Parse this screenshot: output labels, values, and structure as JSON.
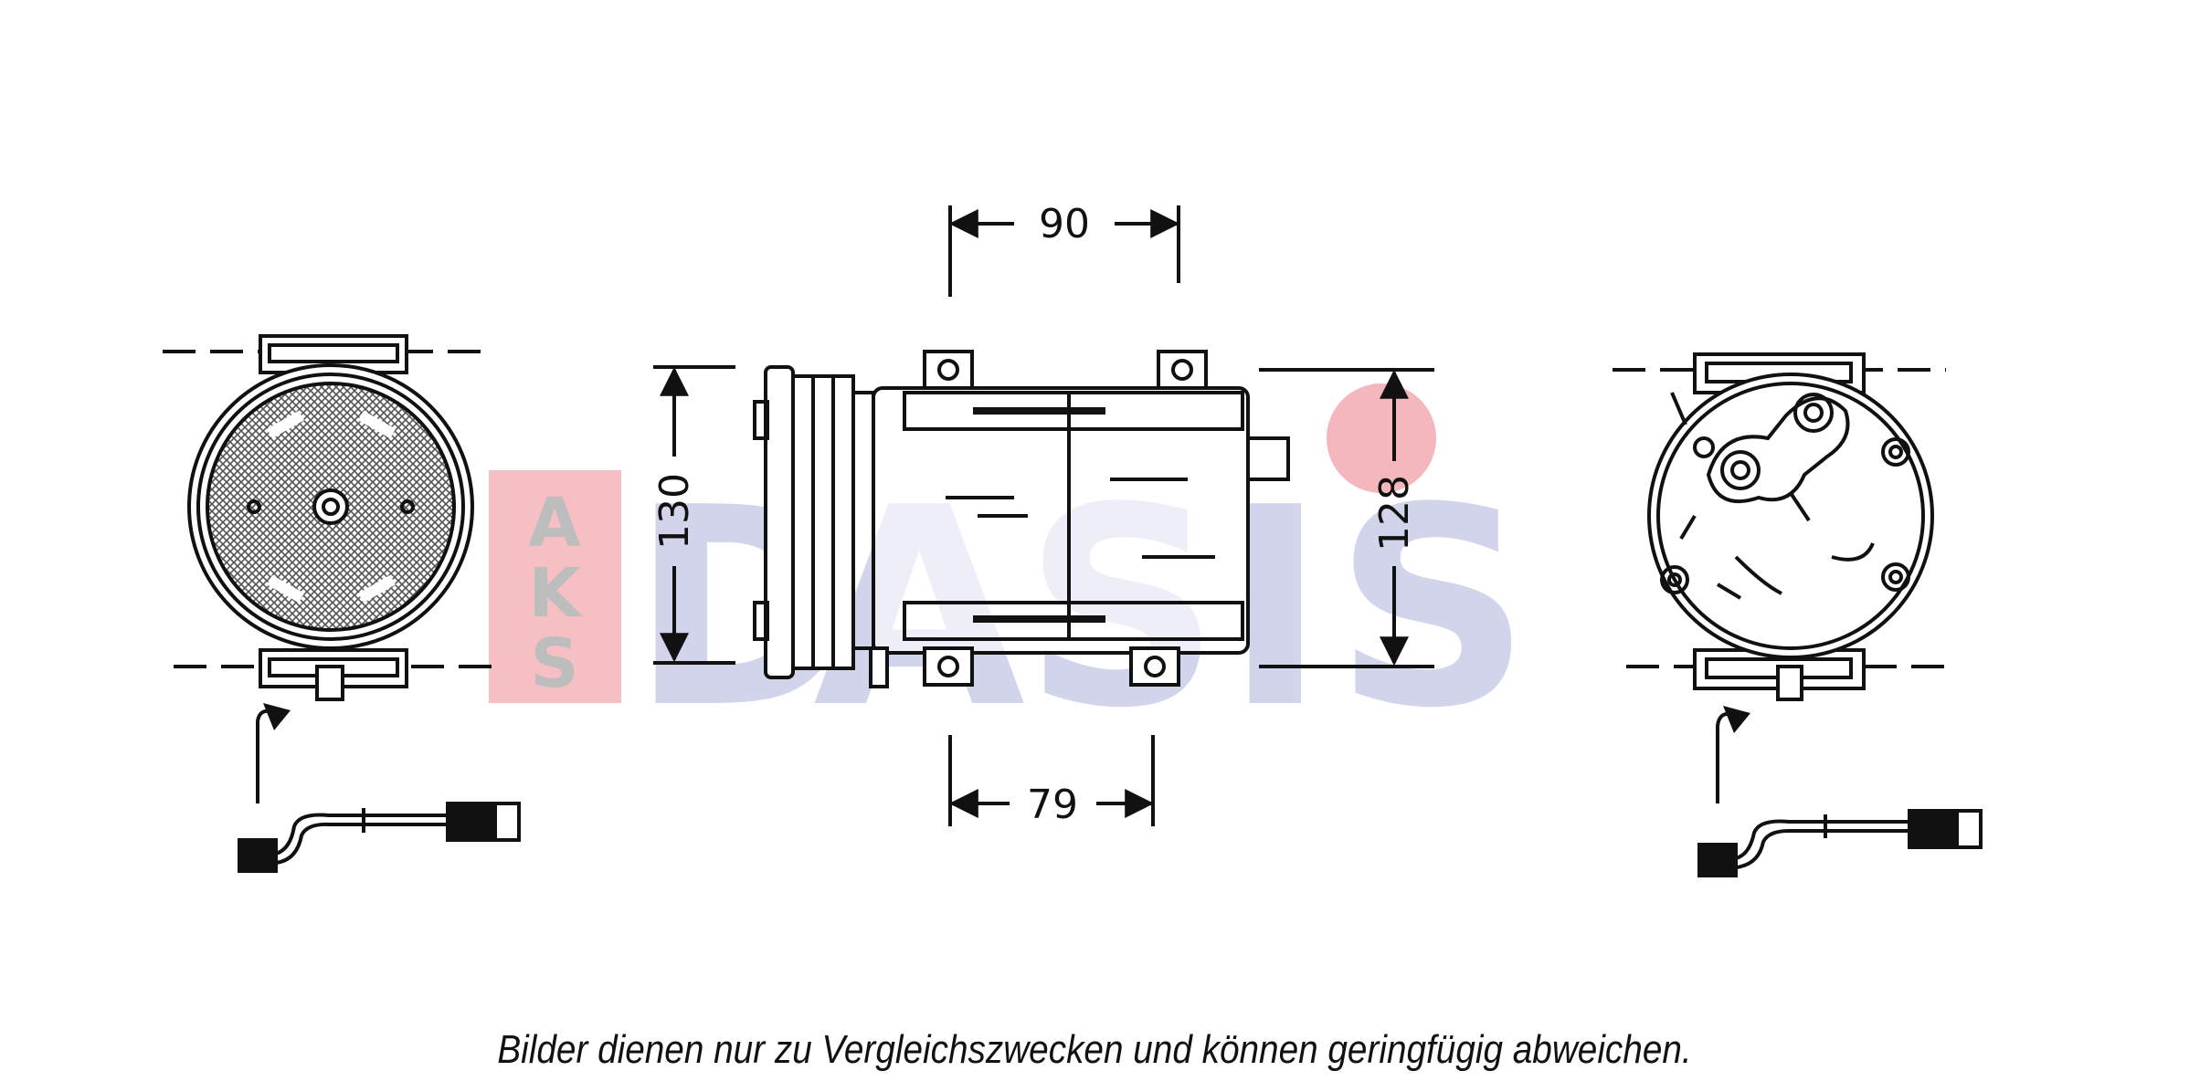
{
  "watermark": {
    "aks_letters": [
      "A",
      "K",
      "S"
    ],
    "dasis_letters": [
      "D",
      "A",
      "S",
      "I",
      "S"
    ],
    "colors": {
      "aks_red": "#e8707c",
      "dasis_blue": "#1a2a9a"
    }
  },
  "dimensions": {
    "top_width": "90",
    "bottom_width": "79",
    "left_height": "130",
    "right_height": "128"
  },
  "disclaimer": "Bilder dienen nur zu Vergleichszwecken und können geringfügig abweichen."
}
